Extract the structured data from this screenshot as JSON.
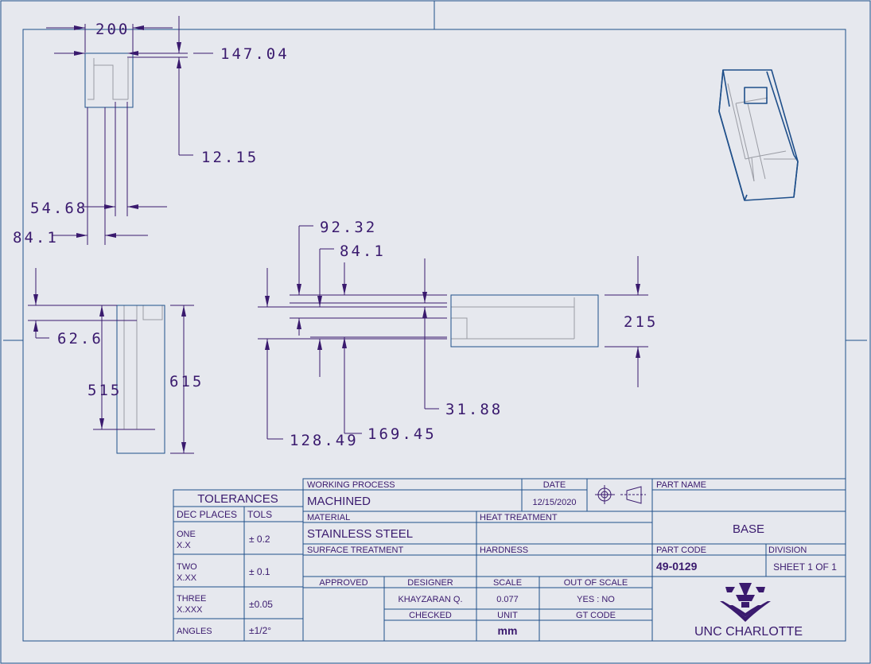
{
  "dimensions": {
    "d200": "200",
    "d147": "147.04",
    "d12": "12.15",
    "d54": "54.68",
    "d84a": "84.1",
    "d62": "62.6",
    "d515": "515",
    "d615": "615",
    "d92": "92.32",
    "d84b": "84.1",
    "d215": "215",
    "d31": "31.88",
    "d128": "128.49",
    "d169": "169.45"
  },
  "title_block": {
    "tolerances_title": "TOLERANCES",
    "dec_places": "DEC PLACES",
    "tols": "TOLS",
    "rows": [
      {
        "name": "ONE",
        "fmt": "X.X",
        "tol": "± 0.2"
      },
      {
        "name": "TWO",
        "fmt": "X.XX",
        "tol": "± 0.1"
      },
      {
        "name": "THREE",
        "fmt": "X.XXX",
        "tol": "±0.05"
      },
      {
        "name": "ANGLES",
        "fmt": "",
        "tol": "±1/2°"
      }
    ],
    "working_process_label": "WORKING PROCESS",
    "working_process": "MACHINED",
    "date_label": "DATE",
    "date": "12/15/2020",
    "material_label": "MATERIAL",
    "material": "STAINLESS STEEL",
    "heat_treatment_label": "HEAT TREATMENT",
    "surface_treatment_label": "SURFACE TREATMENT",
    "hardness_label": "HARDNESS",
    "approved_label": "APPROVED",
    "designer_label": "DESIGNER",
    "designer": "KHAYZARAN Q.",
    "checked_label": "CHECKED",
    "scale_label": "SCALE",
    "scale": "0.077",
    "unit_label": "UNIT",
    "unit": "mm",
    "out_of_scale_label": "OUT OF SCALE",
    "out_of_scale": "YES :  NO",
    "gt_code_label": "GT CODE",
    "part_name_label": "PART NAME",
    "part_name": "BASE",
    "part_code_label": "PART CODE",
    "part_code": "49-0129",
    "division_label": "DIVISION",
    "sheet": "SHEET  1 OF 1",
    "university": "UNC CHARLOTTE"
  },
  "colors": {
    "border": "#1f4f8a",
    "dimension": "#3a1a6e",
    "hidden_geometry": "#9a9ca4",
    "background": "#e6e8ee"
  }
}
